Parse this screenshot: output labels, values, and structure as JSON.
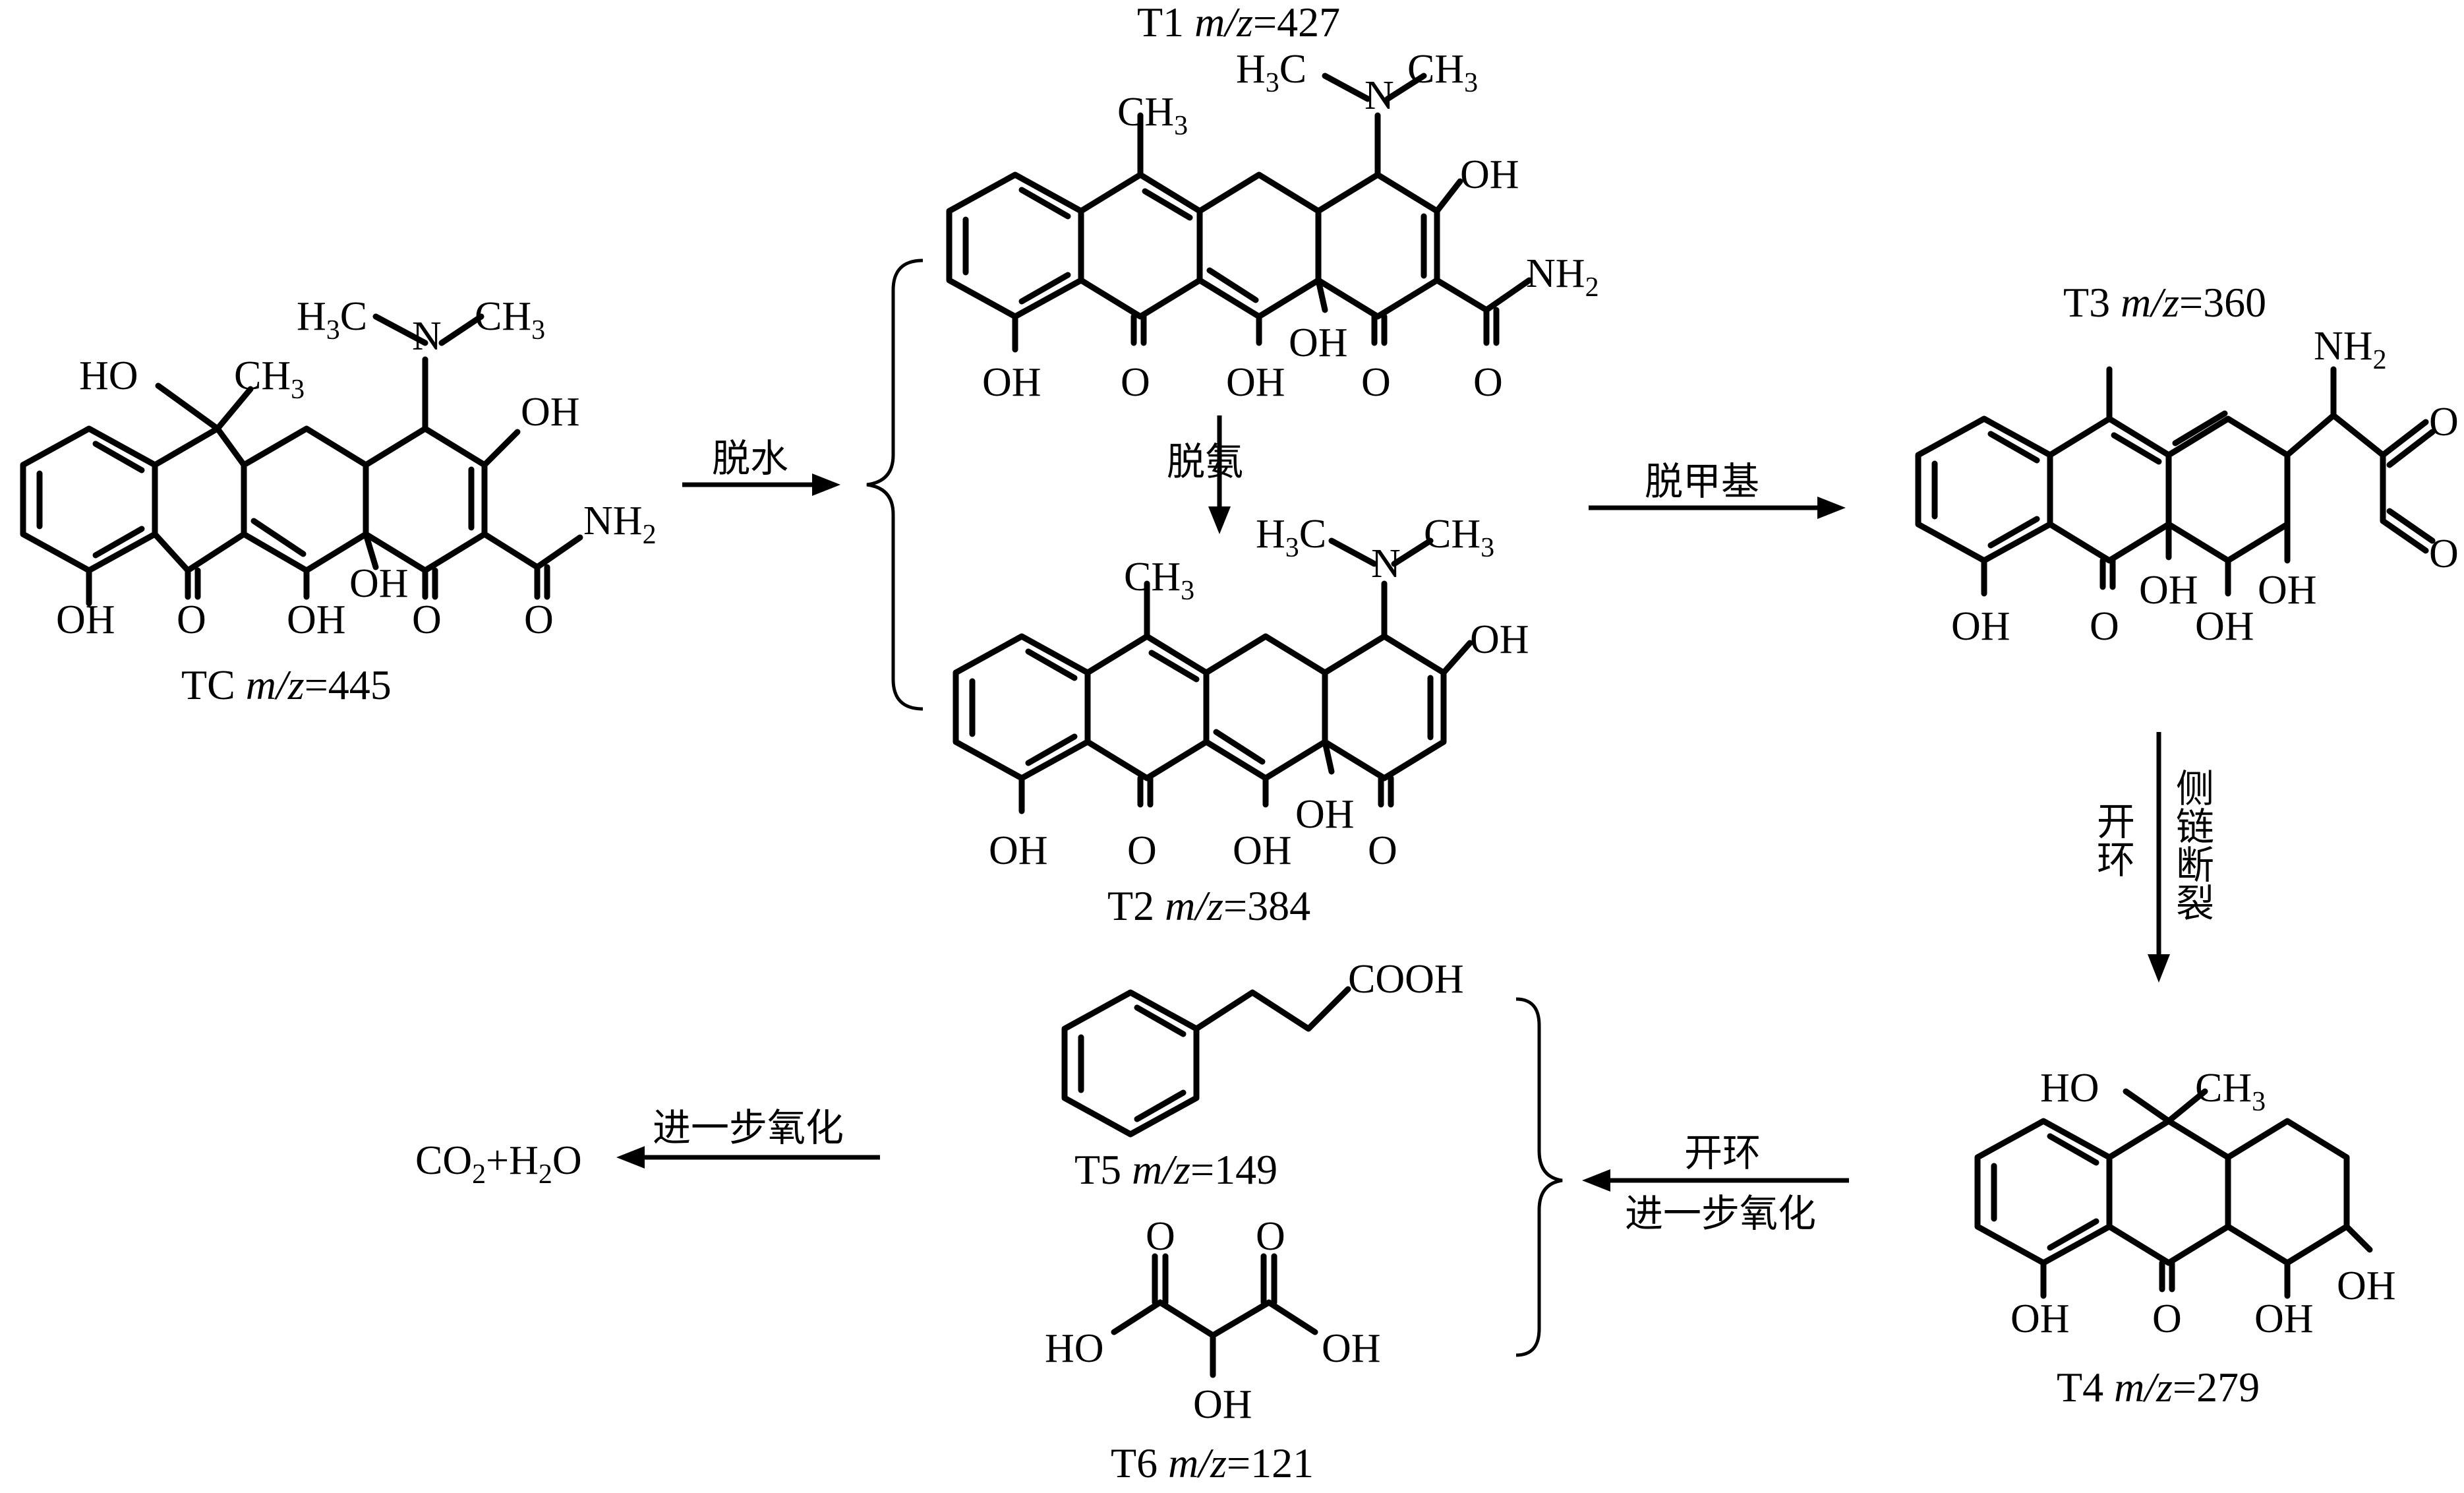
{
  "colors": {
    "ink": "#000000",
    "background": "#ffffff"
  },
  "compounds": {
    "TC": {
      "name": "TC",
      "mz_label": "m/z",
      "mz_value": "=445"
    },
    "T1": {
      "name": "T1",
      "mz_label": "m/z",
      "mz_value": "=427"
    },
    "T2": {
      "name": "T2",
      "mz_label": "m/z",
      "mz_value": "=384"
    },
    "T3": {
      "name": "T3",
      "mz_label": "m/z",
      "mz_value": "=360"
    },
    "T4": {
      "name": "T4",
      "mz_label": "m/z",
      "mz_value": "=279"
    },
    "T5": {
      "name": "T5",
      "mz_label": "m/z",
      "mz_value": "=149"
    },
    "T6": {
      "name": "T6",
      "mz_label": "m/z",
      "mz_value": "=121"
    }
  },
  "steps": {
    "dehydration": "脱水",
    "deamination": "脱氨",
    "demethylation": "脱甲基",
    "ring_opening_left": "开环",
    "side_chain_cleavage": "侧链断裂",
    "ring_opening_t4": "开环",
    "further_oxidation_t4": "进一步氧化",
    "further_oxidation_final": "进一步氧化"
  },
  "final_products": {
    "co": "CO",
    "sub2a": "2",
    "plus_h": "+H",
    "sub2b": "2",
    "o": "O"
  },
  "groups": {
    "oh": "OH",
    "ho": "HO",
    "o": "O",
    "n": "N",
    "nh": "NH",
    "h": "H",
    "c": "C",
    "ch": "CH",
    "sub2": "2",
    "sub3": "3",
    "cooh": "COOH"
  }
}
